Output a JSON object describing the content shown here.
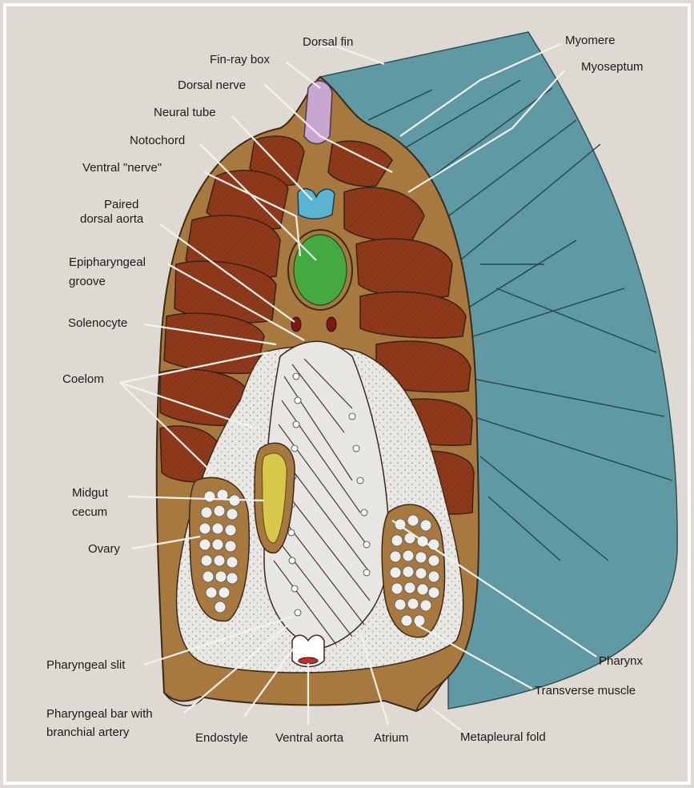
{
  "labels": {
    "dorsal_fin": "Dorsal fin",
    "myomere": "Myomere",
    "fin_ray_box": "Fin-ray box",
    "myoseptum": "Myoseptum",
    "dorsal_nerve": "Dorsal nerve",
    "neural_tube": "Neural tube",
    "notochord": "Notochord",
    "ventral_nerve": "Ventral \"nerve\"",
    "paired_dorsal_aorta_1": "Paired",
    "paired_dorsal_aorta_2": "dorsal aorta",
    "epipharyngeal_groove_1": "Epipharyngeal",
    "epipharyngeal_groove_2": "groove",
    "solenocyte": "Solenocyte",
    "coelom": "Coelom",
    "midgut_cecum_1": "Midgut",
    "midgut_cecum_2": "cecum",
    "ovary": "Ovary",
    "pharyngeal_slit": "Pharyngeal slit",
    "pharyngeal_bar_1": "Pharyngeal bar with",
    "pharyngeal_bar_2": "branchial artery",
    "endostyle": "Endostyle",
    "ventral_aorta": "Ventral aorta",
    "atrium": "Atrium",
    "metapleural_fold": "Metapleural fold",
    "pharynx": "Pharynx",
    "transverse_muscle": "Transverse muscle"
  },
  "colors": {
    "background": "#dedad3",
    "body_wall": "#a8793f",
    "muscle": "#8f3a1c",
    "side_surface": "#5f9aa4",
    "notochord": "#43a940",
    "neural_tube": "#5ab4d4",
    "fin_ray_box": "#c8a6d0",
    "midgut_cecum": "#d8c84a",
    "pharynx_fill": "#e8e6e2",
    "ovary_egg": "#eeeeee"
  }
}
